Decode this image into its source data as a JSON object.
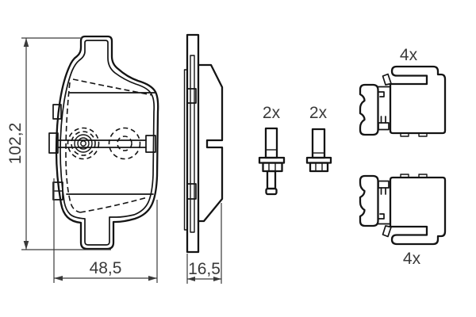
{
  "drawing": {
    "background_color": "#ffffff",
    "line_color": "#141414",
    "dimension_color": "#3a3a3a",
    "dimensions": {
      "front_height": "102,2",
      "front_width": "48,5",
      "side_depth": "16,5"
    },
    "quantities": {
      "bolt_long": "2x",
      "bolt_short": "2x",
      "clip_upper": "4x",
      "clip_lower": "4x"
    }
  }
}
